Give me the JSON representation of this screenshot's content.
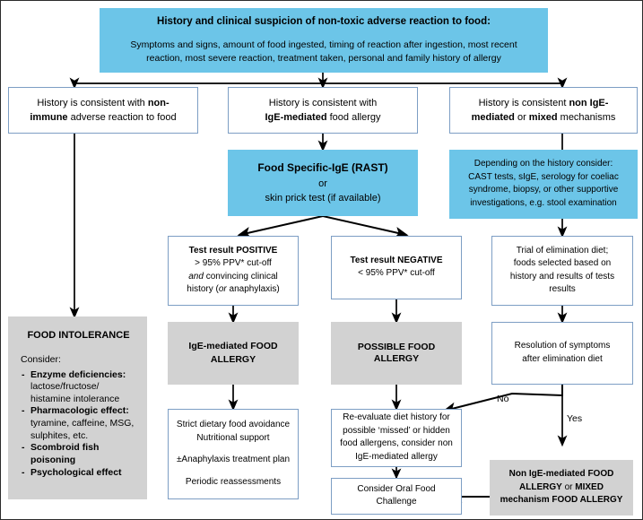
{
  "diagram": {
    "title": "Food allergy / food intolerance diagnostic flowchart",
    "colors": {
      "blue": "#6CC5E8",
      "gray": "#d2d2d2",
      "box_border": "#7d9ec4",
      "connector": "#000000",
      "frame": "#2b2b2b"
    }
  },
  "nodes": {
    "history_header": {
      "heading": "History and clinical suspicion of non-toxic adverse reaction to food:",
      "line1": "Symptoms and signs, amount of food ingested, timing of reaction after ingestion, most recent",
      "line2": "reaction, most severe reaction, treatment taken, personal and family history of allergy"
    },
    "non_immune": {
      "l1_a": "History is consistent with ",
      "l1_b": "non-",
      "l2_b": "immune",
      "l2_a": " adverse reaction to food"
    },
    "ige_mediated": {
      "l1": "History is consistent with",
      "l2_b": "IgE-mediated",
      "l2_a": " food allergy"
    },
    "non_ige_mixed": {
      "l1_a": "History is consistent ",
      "l1_b": "non IgE-",
      "l2_b1": "mediated",
      "l2_mid": " or ",
      "l2_b2": "mixed",
      "l2_a": " mechanisms"
    },
    "rast": {
      "heading": "Food Specific-IgE (RAST)",
      "or": "or",
      "alt": "skin prick test (if available)"
    },
    "consider_tests": {
      "l1": "Depending on the history consider:",
      "l2": "CAST tests, sIgE, serology for coeliac",
      "l3": "syndrome, biopsy, or other supportive",
      "l4": "investigations, e.g. stool examination"
    },
    "test_positive": {
      "l1": "Test result POSITIVE",
      "l2": "> 95% PPV* cut-off",
      "l3_i": "and",
      "l3_rest": " convincing clinical",
      "l4_a": "history (",
      "l4_i": "or",
      "l4_b": " anaphylaxis)"
    },
    "test_negative": {
      "l1": "Test result NEGATIVE",
      "l2": "< 95% PPV* cut-off"
    },
    "elimination_trial": {
      "l1": "Trial of elimination diet;",
      "l2": "foods selected based on",
      "l3": "history and results of tests",
      "l4": "results"
    },
    "food_intolerance": {
      "title": "FOOD INTOLERANCE",
      "consider": "Consider:",
      "items": [
        {
          "lead": "Enzyme deficiencies:",
          "rest": "lactose/fructose/ histamine intolerance"
        },
        {
          "lead": "Pharmacologic effect:",
          "rest": "tyramine, caffeine, MSG, sulphites, etc."
        },
        {
          "lead": "Scombroid fish poisoning",
          "rest": ""
        },
        {
          "lead": "Psychological effect",
          "rest": ""
        }
      ]
    },
    "ige_food_allergy": {
      "l1": "IgE-mediated FOOD",
      "l2": "ALLERGY"
    },
    "possible_food_allergy": {
      "l1": "POSSIBLE FOOD ALLERGY"
    },
    "resolution": {
      "l1": "Resolution of symptoms",
      "l2": "after elimination diet"
    },
    "management": {
      "l1": "Strict dietary food avoidance",
      "l2": "Nutritional support",
      "l3": "±Anaphylaxis treatment plan",
      "l4": "Periodic reassessments"
    },
    "reevaluate": {
      "l1": "Re-evaluate diet history for",
      "l2": "possible ‘missed’ or hidden",
      "l3": "food allergens, consider non",
      "l4": "IgE-mediated allergy"
    },
    "oral_challenge": {
      "l1": "Consider Oral Food",
      "l2": "Challenge"
    },
    "non_ige_outcome": {
      "l1": "Non IgE-mediated FOOD",
      "l2_b1": "ALLERGY",
      "l2_mid": " or ",
      "l2_b2": "MIXED",
      "l3": "mechanism FOOD ALLERGY"
    }
  },
  "edge_labels": {
    "no": "No",
    "yes": "Yes"
  }
}
